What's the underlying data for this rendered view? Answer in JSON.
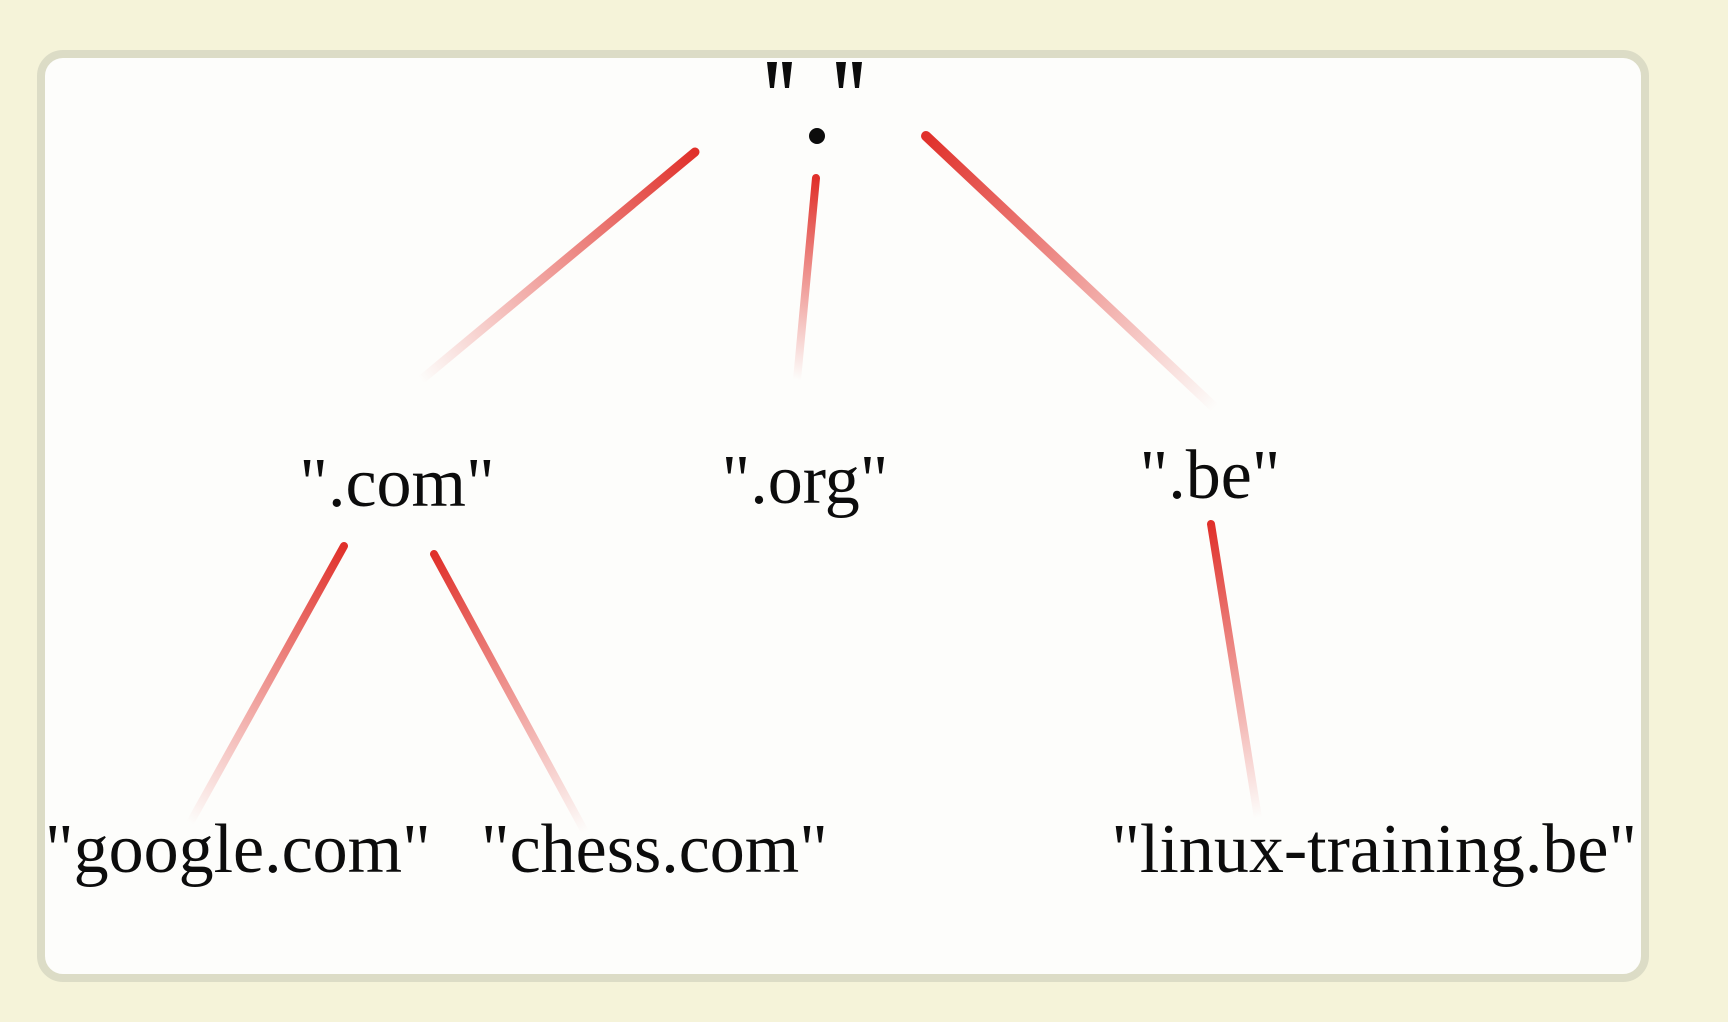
{
  "intro_text": "",
  "diagram": {
    "root": {
      "label": "\". \""
    },
    "top_level": [
      {
        "label": "\".com\""
      },
      {
        "label": "\".org\""
      },
      {
        "label": "\".be\""
      }
    ],
    "second_level": [
      {
        "label": "\"google.com\"",
        "parent": "\".com\""
      },
      {
        "label": "\"chess.com\"",
        "parent": "\".com\""
      },
      {
        "label": "\"linux-training.be\"",
        "parent": "\".be\""
      }
    ],
    "colors": {
      "edge": "#e0302a",
      "page_background": "#f5f3d9",
      "card_background": "#fdfdfb",
      "card_border": "#dcdcc6",
      "text": "#0c0c0c"
    }
  }
}
